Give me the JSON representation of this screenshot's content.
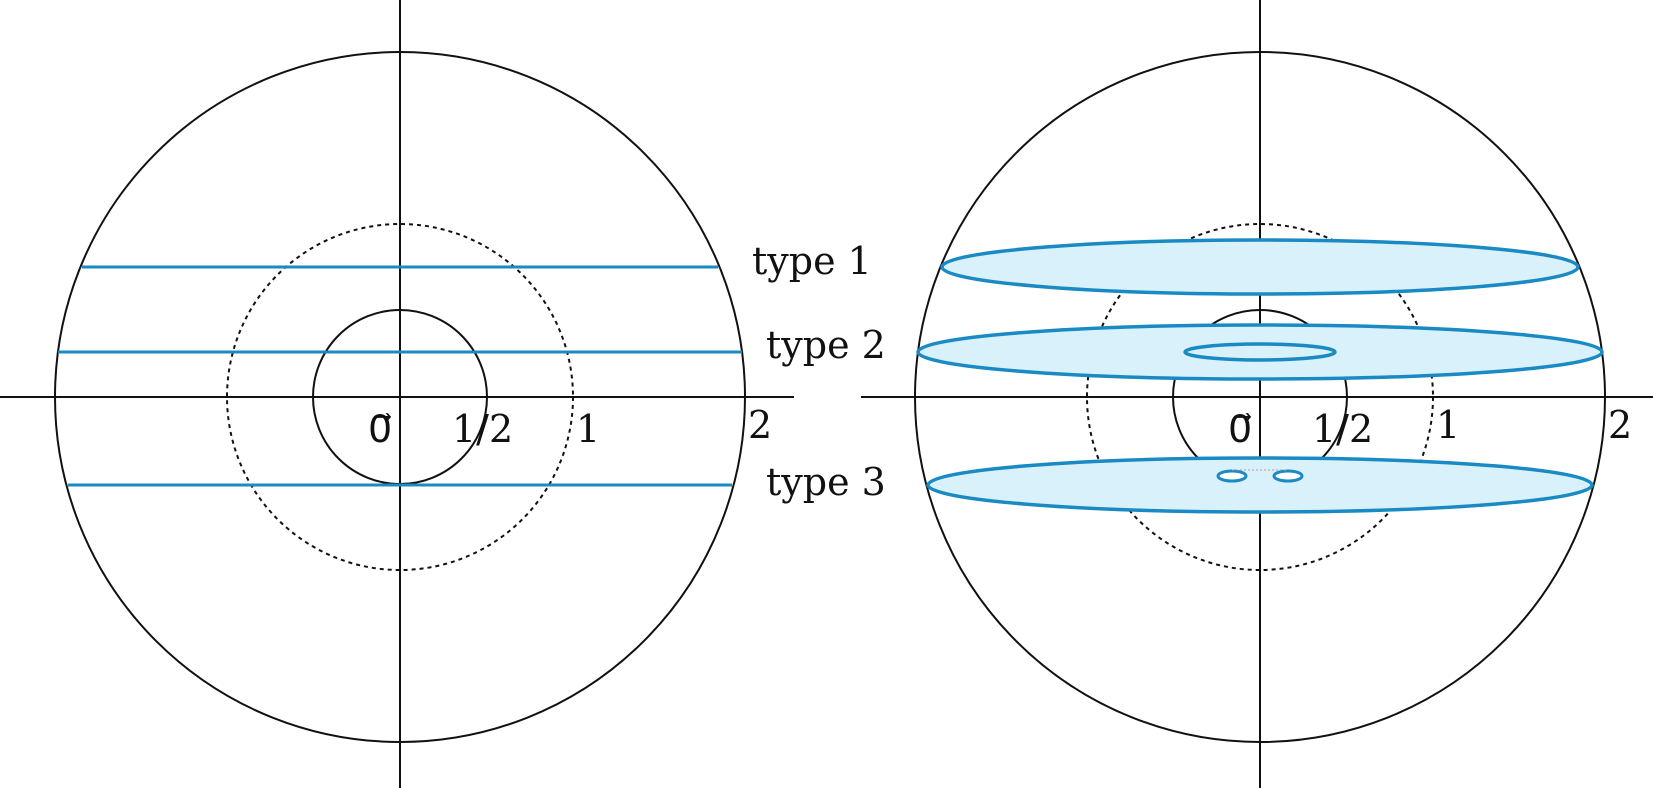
{
  "colors": {
    "slice_stroke": "#1a8ac4",
    "disk_fill": "#d9f1fb",
    "ink": "#111111"
  },
  "labels": {
    "origin": "0⃗",
    "half": "1/2",
    "one": "1",
    "two": "2",
    "type1": "type 1",
    "type2": "type 2",
    "type3": "type 3"
  }
}
